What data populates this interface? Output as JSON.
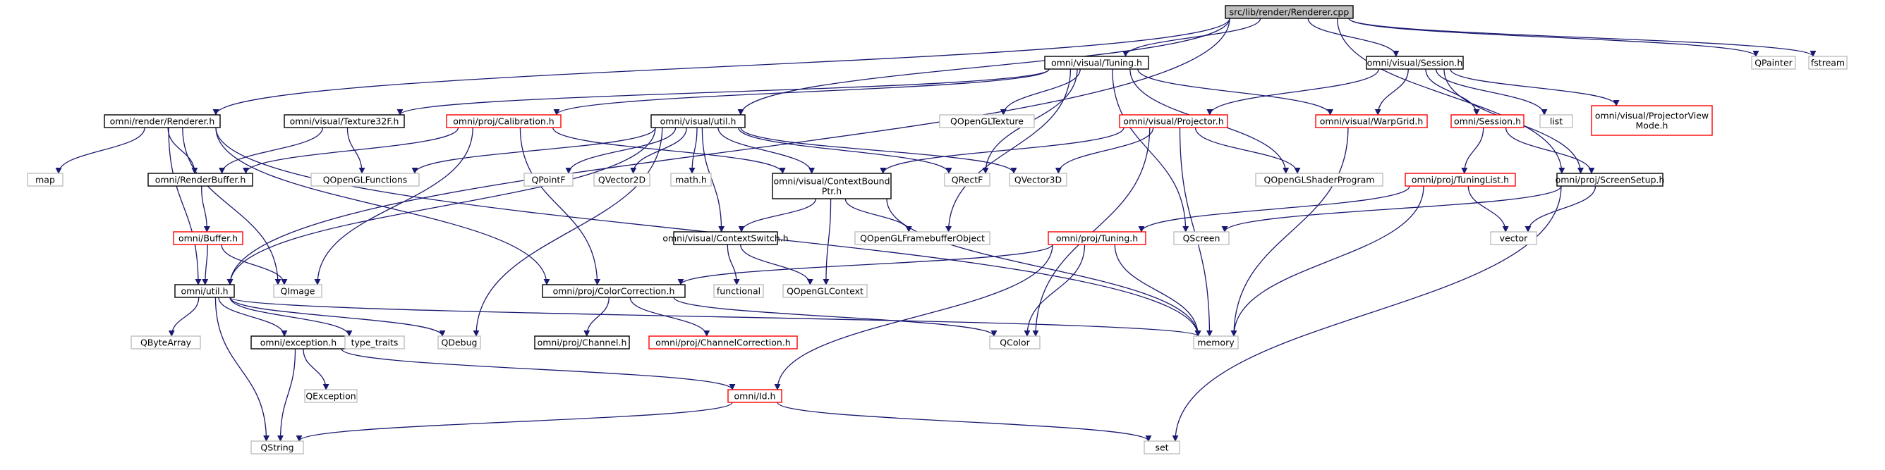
{
  "diagram": {
    "type": "include-dependency-graph",
    "colors": {
      "root_fill": "#bfbfbf",
      "documented_border": "#000000",
      "incomplete_border": "#ff0000",
      "external_border": "#bfbfbf",
      "external_text": "#000000",
      "edge": "#191970"
    },
    "nodes": [
      {
        "id": "n0",
        "label": "src/lib/render/Renderer.cpp",
        "kind": "root"
      },
      {
        "id": "n1",
        "label": "omni/visual/Tuning.h",
        "kind": "documented"
      },
      {
        "id": "n2",
        "label": "omni/visual/Session.h",
        "kind": "documented"
      },
      {
        "id": "n3",
        "label": "QPainter",
        "kind": "external"
      },
      {
        "id": "n4",
        "label": "fstream",
        "kind": "external"
      },
      {
        "id": "n5",
        "label": "omni/render/Renderer.h",
        "kind": "documented"
      },
      {
        "id": "n6",
        "label": "omni/visual/Texture32F.h",
        "kind": "documented"
      },
      {
        "id": "n7",
        "label": "omni/proj/Calibration.h",
        "kind": "incomplete"
      },
      {
        "id": "n8",
        "label": "omni/visual/util.h",
        "kind": "documented"
      },
      {
        "id": "n9",
        "label": "QOpenGLTexture",
        "kind": "external"
      },
      {
        "id": "n10",
        "label": "omni/visual/Projector.h",
        "kind": "incomplete"
      },
      {
        "id": "n11",
        "label": "omni/visual/WarpGrid.h",
        "kind": "incomplete"
      },
      {
        "id": "n12",
        "label": "omni/Session.h",
        "kind": "incomplete"
      },
      {
        "id": "n13",
        "label": "list",
        "kind": "external"
      },
      {
        "id": "n14",
        "label": [
          "omni/visual/ProjectorView",
          "Mode.h"
        ],
        "kind": "incomplete"
      },
      {
        "id": "n15",
        "label": "map",
        "kind": "external"
      },
      {
        "id": "n16",
        "label": "omni/RenderBuffer.h",
        "kind": "documented"
      },
      {
        "id": "n17",
        "label": "QOpenGLFunctions",
        "kind": "external"
      },
      {
        "id": "n18",
        "label": "QPointF",
        "kind": "external"
      },
      {
        "id": "n19",
        "label": "QVector2D",
        "kind": "external"
      },
      {
        "id": "n20",
        "label": "math.h",
        "kind": "external"
      },
      {
        "id": "n21",
        "label": [
          "omni/visual/ContextBound",
          "Ptr.h"
        ],
        "kind": "documented"
      },
      {
        "id": "n22",
        "label": "QRectF",
        "kind": "external"
      },
      {
        "id": "n23",
        "label": "QVector3D",
        "kind": "external"
      },
      {
        "id": "n24",
        "label": "QOpenGLShaderProgram",
        "kind": "external"
      },
      {
        "id": "n25",
        "label": "omni/proj/TuningList.h",
        "kind": "incomplete"
      },
      {
        "id": "n26",
        "label": "omni/proj/ScreenSetup.h",
        "kind": "documented"
      },
      {
        "id": "n27",
        "label": "omni/Buffer.h",
        "kind": "incomplete"
      },
      {
        "id": "n28",
        "label": "QOpenGLFramebufferObject",
        "kind": "external"
      },
      {
        "id": "n29",
        "label": "omni/proj/Tuning.h",
        "kind": "incomplete"
      },
      {
        "id": "n30",
        "label": "QScreen",
        "kind": "external"
      },
      {
        "id": "n31",
        "label": "vector",
        "kind": "external"
      },
      {
        "id": "n32",
        "label": "omni/visual/ContextSwitch.h",
        "kind": "documented"
      },
      {
        "id": "n33",
        "label": "omni/util.h",
        "kind": "documented"
      },
      {
        "id": "n34",
        "label": "QImage",
        "kind": "external"
      },
      {
        "id": "n35",
        "label": "functional",
        "kind": "external"
      },
      {
        "id": "n36",
        "label": "QOpenGLContext",
        "kind": "external"
      },
      {
        "id": "n37",
        "label": "omni/proj/ColorCorrection.h",
        "kind": "documented"
      },
      {
        "id": "n38",
        "label": "QByteArray",
        "kind": "external"
      },
      {
        "id": "n39",
        "label": "omni/exception.h",
        "kind": "documented"
      },
      {
        "id": "n40",
        "label": "type_traits",
        "kind": "external"
      },
      {
        "id": "n41",
        "label": "QDebug",
        "kind": "external"
      },
      {
        "id": "n42",
        "label": "omni/proj/Channel.h",
        "kind": "documented"
      },
      {
        "id": "n43",
        "label": "omni/proj/ChannelCorrection.h",
        "kind": "incomplete"
      },
      {
        "id": "n44",
        "label": "QColor",
        "kind": "external"
      },
      {
        "id": "n45",
        "label": "memory",
        "kind": "external"
      },
      {
        "id": "n46",
        "label": "QException",
        "kind": "external"
      },
      {
        "id": "n47",
        "label": "omni/Id.h",
        "kind": "incomplete"
      },
      {
        "id": "n48",
        "label": "QString",
        "kind": "external"
      },
      {
        "id": "n49",
        "label": "set",
        "kind": "external"
      }
    ],
    "edges": [
      [
        "n0",
        "n1"
      ],
      [
        "n0",
        "n2"
      ],
      [
        "n0",
        "n3"
      ],
      [
        "n0",
        "n4"
      ],
      [
        "n0",
        "n5"
      ],
      [
        "n0",
        "n8"
      ],
      [
        "n0",
        "n26"
      ],
      [
        "n0",
        "n33"
      ],
      [
        "n1",
        "n6"
      ],
      [
        "n1",
        "n7"
      ],
      [
        "n1",
        "n9"
      ],
      [
        "n1",
        "n11"
      ],
      [
        "n1",
        "n22"
      ],
      [
        "n1",
        "n24"
      ],
      [
        "n1",
        "n28"
      ],
      [
        "n1",
        "n30"
      ],
      [
        "n2",
        "n10"
      ],
      [
        "n2",
        "n11"
      ],
      [
        "n2",
        "n12"
      ],
      [
        "n2",
        "n13"
      ],
      [
        "n2",
        "n14"
      ],
      [
        "n2",
        "n26"
      ],
      [
        "n5",
        "n15"
      ],
      [
        "n5",
        "n16"
      ],
      [
        "n5",
        "n34"
      ],
      [
        "n5",
        "n37"
      ],
      [
        "n5",
        "n33"
      ],
      [
        "n5",
        "n45"
      ],
      [
        "n6",
        "n16"
      ],
      [
        "n6",
        "n17"
      ],
      [
        "n7",
        "n16"
      ],
      [
        "n7",
        "n21"
      ],
      [
        "n7",
        "n34"
      ],
      [
        "n7",
        "n37"
      ],
      [
        "n8",
        "n17"
      ],
      [
        "n8",
        "n18"
      ],
      [
        "n8",
        "n19"
      ],
      [
        "n8",
        "n20"
      ],
      [
        "n8",
        "n21"
      ],
      [
        "n8",
        "n22"
      ],
      [
        "n8",
        "n23"
      ],
      [
        "n8",
        "n32"
      ],
      [
        "n8",
        "n33"
      ],
      [
        "n8",
        "n41"
      ],
      [
        "n10",
        "n21"
      ],
      [
        "n10",
        "n23"
      ],
      [
        "n10",
        "n24"
      ],
      [
        "n10",
        "n44"
      ],
      [
        "n10",
        "n45"
      ],
      [
        "n11",
        "n45"
      ],
      [
        "n12",
        "n25"
      ],
      [
        "n12",
        "n26"
      ],
      [
        "n16",
        "n27"
      ],
      [
        "n21",
        "n28"
      ],
      [
        "n21",
        "n32"
      ],
      [
        "n21",
        "n36"
      ],
      [
        "n21",
        "n45"
      ],
      [
        "n25",
        "n29"
      ],
      [
        "n25",
        "n31"
      ],
      [
        "n25",
        "n45"
      ],
      [
        "n26",
        "n30"
      ],
      [
        "n26",
        "n31"
      ],
      [
        "n26",
        "n49"
      ],
      [
        "n27",
        "n33"
      ],
      [
        "n27",
        "n34"
      ],
      [
        "n29",
        "n37"
      ],
      [
        "n29",
        "n44"
      ],
      [
        "n29",
        "n45"
      ],
      [
        "n29",
        "n47"
      ],
      [
        "n32",
        "n35"
      ],
      [
        "n32",
        "n36"
      ],
      [
        "n33",
        "n38"
      ],
      [
        "n33",
        "n39"
      ],
      [
        "n33",
        "n40"
      ],
      [
        "n33",
        "n41"
      ],
      [
        "n33",
        "n45"
      ],
      [
        "n33",
        "n48"
      ],
      [
        "n37",
        "n42"
      ],
      [
        "n37",
        "n43"
      ],
      [
        "n37",
        "n44"
      ],
      [
        "n39",
        "n46"
      ],
      [
        "n39",
        "n47"
      ],
      [
        "n39",
        "n48"
      ],
      [
        "n47",
        "n48"
      ],
      [
        "n47",
        "n49"
      ]
    ]
  }
}
